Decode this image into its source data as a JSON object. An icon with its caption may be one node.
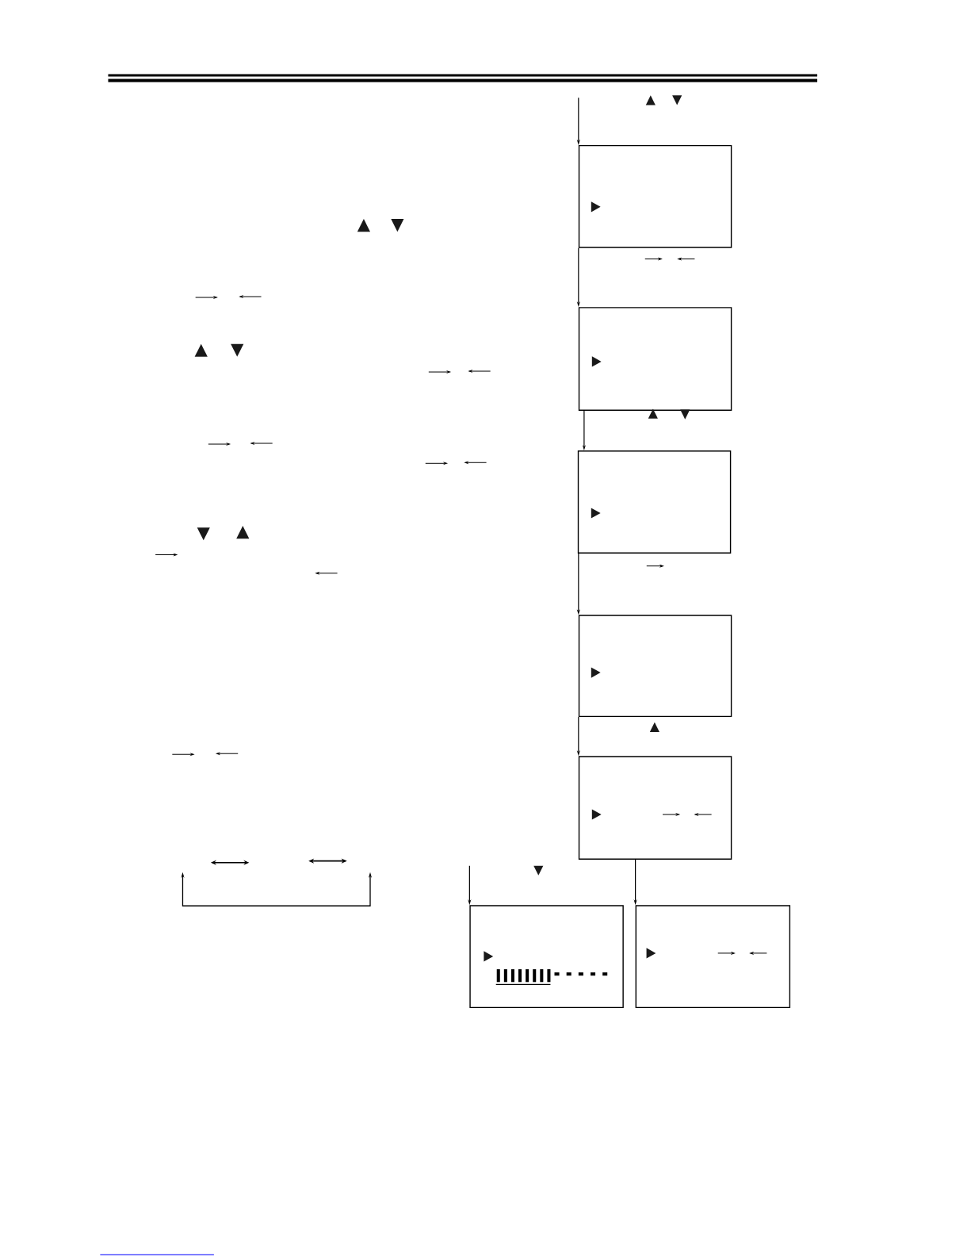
{
  "diagram": {
    "nodes": [
      {
        "text": [],
        "shape": "box"
      },
      {
        "text": [],
        "shape": "box"
      },
      {
        "text": [],
        "shape": "box"
      },
      {
        "text": [],
        "shape": "box"
      },
      {
        "text": [],
        "shape": "box"
      },
      {
        "text": [],
        "shape": "box"
      },
      {
        "text": [],
        "shape": "box"
      }
    ],
    "edges": [
      {
        "from": null,
        "to": 0,
        "arrow": "to"
      },
      {
        "from": 0,
        "to": 1,
        "arrow": "to"
      },
      {
        "from": 1,
        "to": 2,
        "arrow": "to"
      },
      {
        "from": 2,
        "to": 3,
        "arrow": "to"
      },
      {
        "from": 3,
        "to": 4,
        "arrow": "to"
      },
      {
        "from": null,
        "to": 5,
        "arrow": "to"
      },
      {
        "from": 4,
        "to": 6,
        "arrow": "to"
      }
    ]
  }
}
